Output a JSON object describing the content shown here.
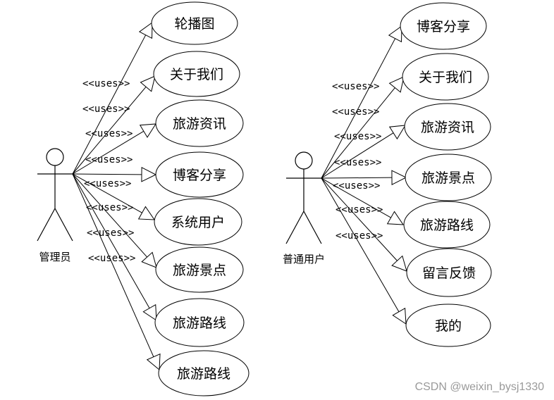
{
  "left_actor": {
    "name": "管理员",
    "use_cases": [
      "轮播图",
      "关于我们",
      "旅游资讯",
      "博客分享",
      "系统用户",
      "旅游景点",
      "旅游路线",
      "旅游路线"
    ]
  },
  "right_actor": {
    "name": "普通用户",
    "use_cases": [
      "博客分享",
      "关于我们",
      "旅游资讯",
      "旅游景点",
      "旅游路线",
      "留言反馈",
      "我的"
    ]
  },
  "stereotype": "<<uses>>",
  "watermark": "CSDN @weixin_bysj1330"
}
